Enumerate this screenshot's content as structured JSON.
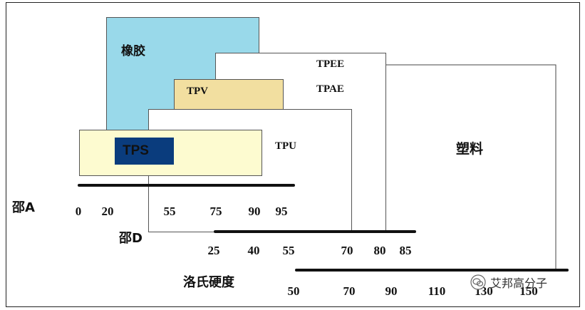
{
  "regions": {
    "rubber": "橡胶",
    "tpee": "TPEE",
    "tpae": "TPAE",
    "tpv": "TPV",
    "tps": "TPS",
    "tpu": "TPU",
    "plastic": "塑料"
  },
  "scales": {
    "shore_a": {
      "label": "邵A",
      "ticks": [
        "0",
        "20",
        "55",
        "75",
        "90",
        "95"
      ]
    },
    "shore_d": {
      "label": "邵D",
      "ticks": [
        "25",
        "40",
        "55",
        "70",
        "80",
        "85"
      ]
    },
    "rockwell": {
      "label": "洛氏硬度",
      "ticks": [
        "50",
        "70",
        "90",
        "110",
        "130",
        "150"
      ]
    }
  },
  "colors": {
    "rubber": "#99d9ea",
    "tpv": "#f2dfa0",
    "tpu": "#fdfbd0",
    "tps": "#0a3c7d",
    "plastic": "#ffffff"
  },
  "watermark": {
    "icon": "wechat-icon",
    "text": "艾邦高分子"
  }
}
